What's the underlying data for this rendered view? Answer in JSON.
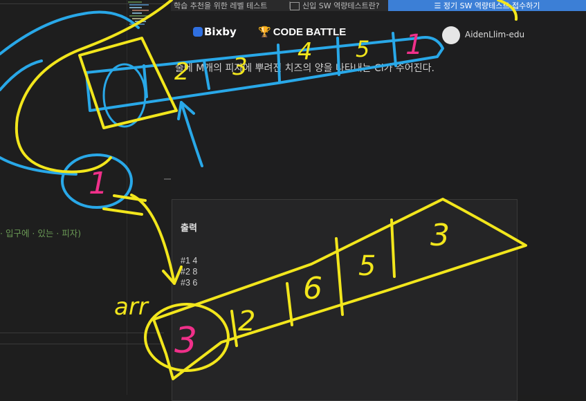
{
  "topbar": {
    "left_text": "학습 추천을 위한 레벨 테스트",
    "middle_text": "신입 SW 역량테스트란?",
    "cta_label": "정기 SW 역량테스트 접수하기"
  },
  "header": {
    "logo_bixby": "Bixby",
    "logo_codebattle": "CODE BATTLE",
    "username": "AidenLlim-edu"
  },
  "problem": {
    "text": "줄에 M개의 피자에 뿌려진 치즈의 양을 나타내는 Ci가 주어진다."
  },
  "output": {
    "title": "출력",
    "lines": [
      "#1 4",
      "#2 8",
      "#3 6"
    ]
  },
  "editor": {
    "comment_line": "· 입구에 · 있는 · 피자)"
  },
  "annotations": {
    "top_cells": [
      "2",
      "3",
      "4",
      "5",
      "1"
    ],
    "left_circle_number": "1",
    "arr_label": "arr",
    "bottom_cells": [
      "3",
      "2",
      "6",
      "5",
      "3"
    ],
    "ink_colors": {
      "blue": "#29a8e8",
      "yellow": "#f2e61c",
      "pink": "#f0308a"
    }
  }
}
